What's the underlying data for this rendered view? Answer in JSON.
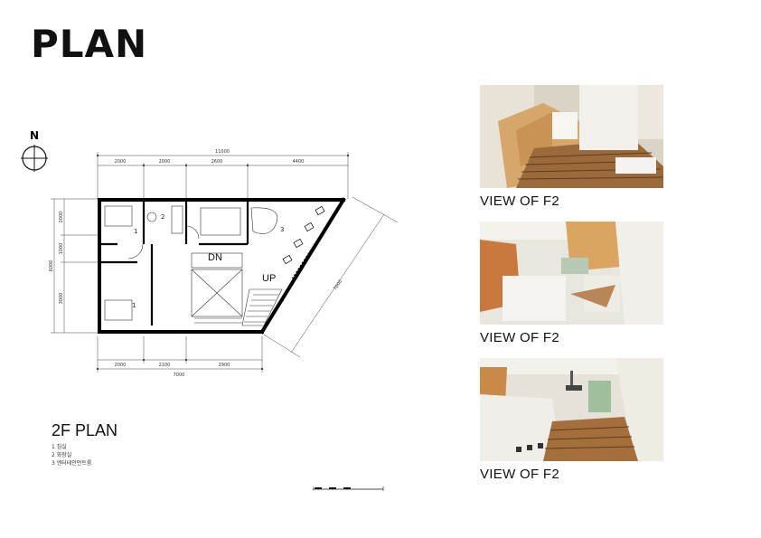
{
  "title": "PLAN",
  "north_label": "N",
  "plan": {
    "caption": "2F PLAN",
    "dimensions": {
      "overall_top": "11000",
      "top_segments": [
        "2000",
        "2000",
        "2600",
        "4400"
      ],
      "bottom_segments": [
        "2000",
        "2100",
        "2900"
      ],
      "overall_bottom": "7000",
      "left_segments": [
        "2000",
        "1000",
        "3000"
      ],
      "overall_left": "6000",
      "diagonal": "7000"
    },
    "room_labels": [
      "1",
      "2",
      "3",
      "1"
    ],
    "stair_labels": {
      "down": "DN",
      "up": "UP"
    },
    "legend": [
      "1  침실",
      "2  화장실",
      "3  엔터테인먼트룸"
    ]
  },
  "views": [
    {
      "label": "VIEW OF F2"
    },
    {
      "label": "VIEW OF F2"
    },
    {
      "label": "VIEW OF F2"
    }
  ]
}
